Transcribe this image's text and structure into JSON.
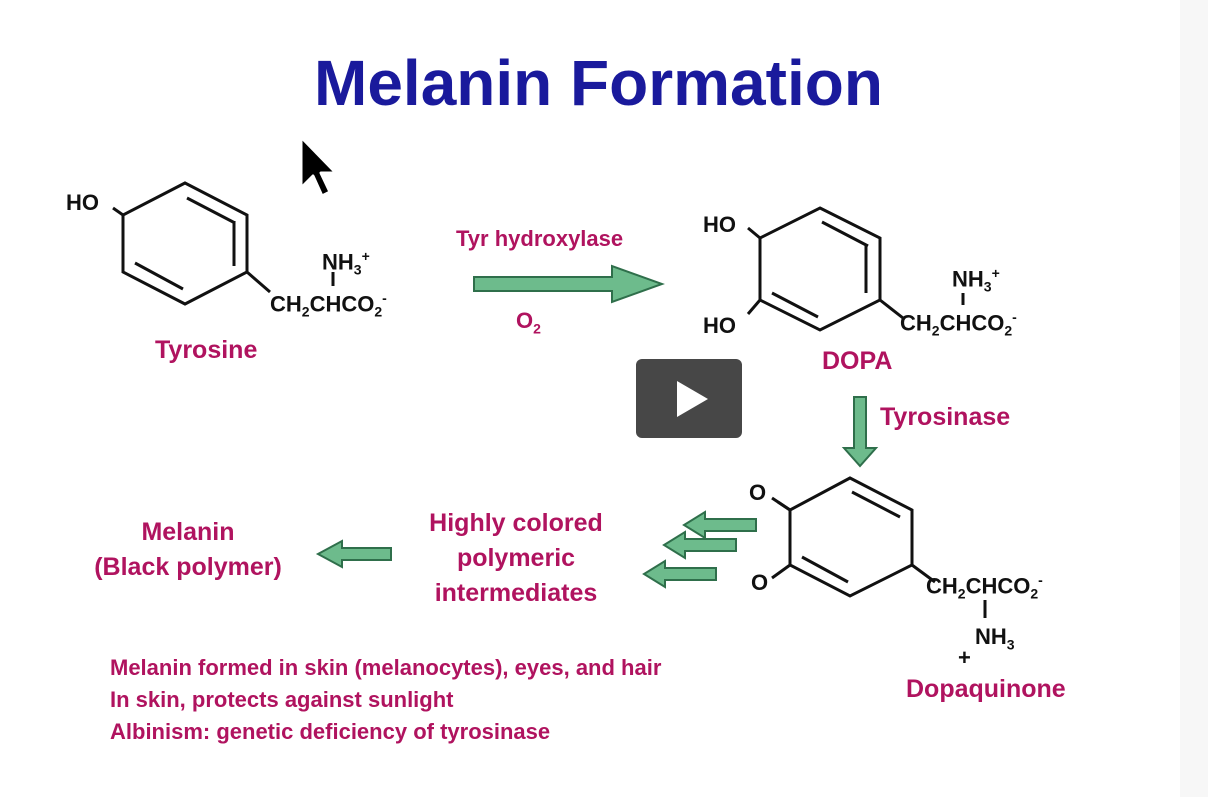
{
  "title": "Melanin Formation",
  "tyrosine": {
    "ho": "HO",
    "amine": "NH3+",
    "amine_main": "NH",
    "amine_sub": "3",
    "amine_sup": "+",
    "chain_a": "CH",
    "chain_sub": "2",
    "chain_b": "CHCO",
    "chain_sub2": "2",
    "chain_sup": "-",
    "name": "Tyrosine"
  },
  "step1": {
    "enzyme": "Tyr hydroxylase",
    "cofactor_main": "O",
    "cofactor_sub": "2"
  },
  "dopa": {
    "ho_top": "HO",
    "ho_bottom": "HO",
    "amine_main": "NH",
    "amine_sub": "3",
    "amine_sup": "+",
    "chain_a": "CH",
    "chain_sub": "2",
    "chain_b": "CHCO",
    "chain_sub2": "2",
    "chain_sup": "-",
    "name": "DOPA"
  },
  "step2": {
    "enzyme": "Tyrosinase"
  },
  "dopaquinone": {
    "o_top": "O",
    "o_bottom": "O",
    "chain_a": "CH",
    "chain_sub": "2",
    "chain_b": "CHCO",
    "chain_sub2": "2",
    "chain_sup": "-",
    "amine_plus": "+",
    "amine_main": "NH",
    "amine_sub": "3",
    "name": "Dopaquinone"
  },
  "intermediates": {
    "line1": "Highly colored",
    "line2": "polymeric",
    "line3": "intermediates"
  },
  "melanin": {
    "line1": "Melanin",
    "line2": "(Black polymer)"
  },
  "notes": [
    "Melanin formed in skin (melanocytes), eyes, and hair",
    "In skin, protects against sunlight",
    "Albinism: genetic deficiency of tyrosinase"
  ],
  "colors": {
    "title": "#1a1a9c",
    "labels": "#b0135f",
    "arrow_fill": "#6dbb8c",
    "arrow_stroke": "#2f6f4b"
  },
  "icons": {
    "play": "play-icon",
    "cursor": "mouse-pointer-icon"
  }
}
